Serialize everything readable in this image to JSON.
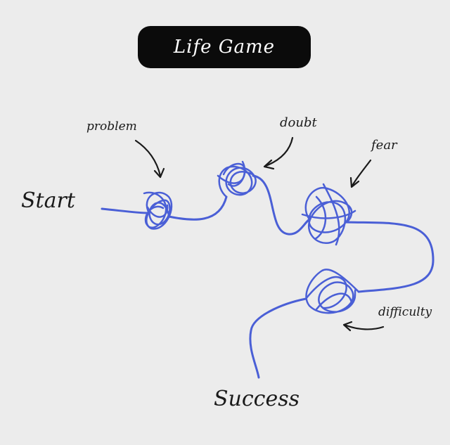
{
  "title": "Life Game",
  "labels": {
    "start": "Start",
    "success": "Success",
    "problem": "problem",
    "doubt": "doubt",
    "fear": "fear",
    "difficulty": "difficulty"
  },
  "colors": {
    "path": "#4a5fd6",
    "arrow": "#1a1a1a",
    "title_bg": "#0b0b0b",
    "title_text": "#ffffff",
    "background": "#ececec"
  }
}
